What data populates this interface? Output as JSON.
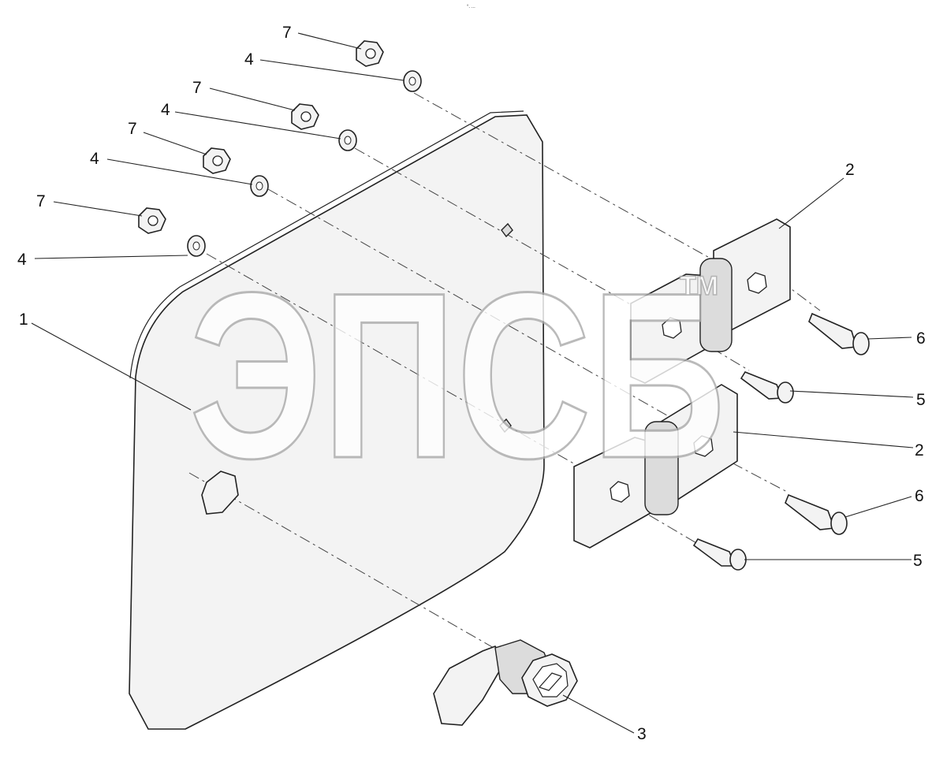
{
  "header": {
    "mark": "°. ..."
  },
  "watermark": {
    "text": "ЭПСБ",
    "trademark": "TM"
  },
  "callouts": [
    {
      "id": "c1",
      "text": "1"
    },
    {
      "id": "c2a",
      "text": "2"
    },
    {
      "id": "c2b",
      "text": "2"
    },
    {
      "id": "c3",
      "text": "3"
    },
    {
      "id": "c4a",
      "text": "4"
    },
    {
      "id": "c4b",
      "text": "4"
    },
    {
      "id": "c4c",
      "text": "4"
    },
    {
      "id": "c4d",
      "text": "4"
    },
    {
      "id": "c5a",
      "text": "5"
    },
    {
      "id": "c5b",
      "text": "5"
    },
    {
      "id": "c6a",
      "text": "6"
    },
    {
      "id": "c6b",
      "text": "6"
    },
    {
      "id": "c7a",
      "text": "7"
    },
    {
      "id": "c7b",
      "text": "7"
    },
    {
      "id": "c7c",
      "text": "7"
    },
    {
      "id": "c7d",
      "text": "7"
    }
  ]
}
